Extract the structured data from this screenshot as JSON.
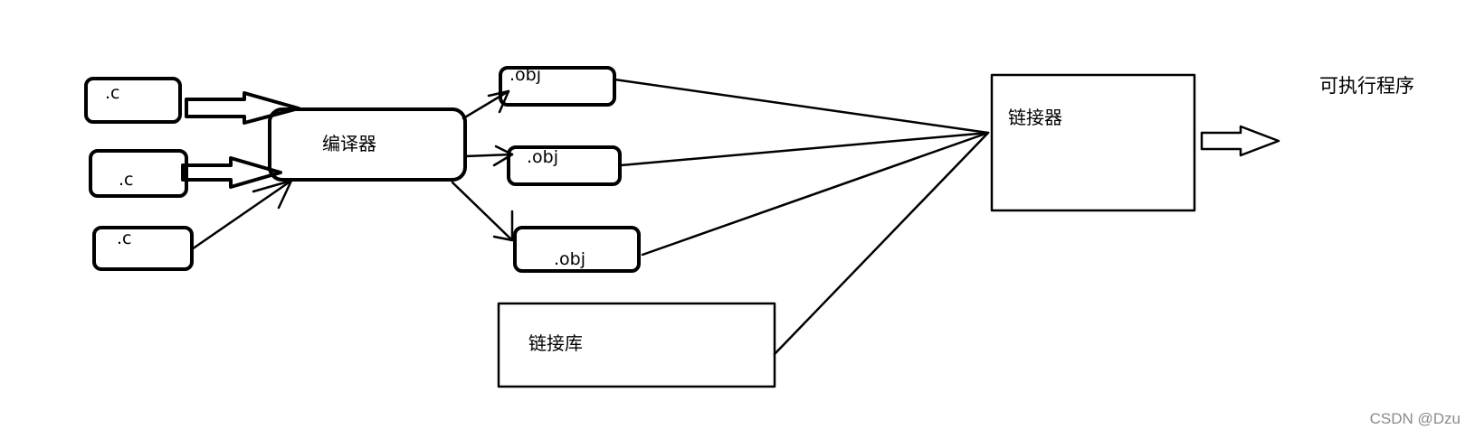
{
  "sources": [
    ".c",
    ".c",
    ".c"
  ],
  "compiler": "编译器",
  "objects": [
    ".obj",
    ".obj",
    ".obj"
  ],
  "linker": "链接器",
  "library": "链接库",
  "output": "可执行程序",
  "watermark": "CSDN @Dzu"
}
